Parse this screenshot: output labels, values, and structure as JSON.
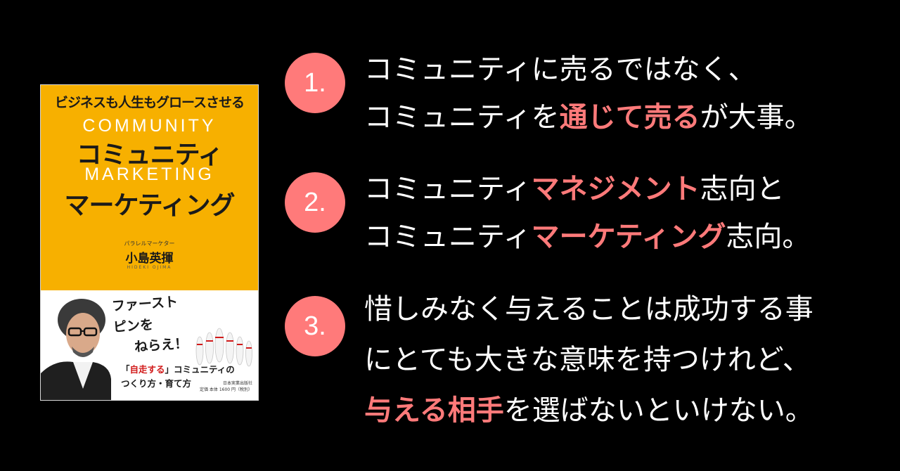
{
  "book": {
    "kicker": "ビジネスも人生もグロースさせる",
    "title_en_1": "COMMUNITY",
    "title_ja_1": "コミュニティ",
    "title_en_2": "MARKETING",
    "title_ja_2": "マーケティング",
    "author_kicker": "パラレルマーケター",
    "author": "小島英揮",
    "author_romaji": "HIDEKI OJIMA",
    "slogan_1": "ファーストピンを",
    "slogan_2": "ねらえ！",
    "subtitle_pre": "「",
    "subtitle_hl": "自走する",
    "subtitle_post": "」コミュニティの",
    "subtitle_2": "つくり方・育て方",
    "publisher": "日本実業出版社",
    "price": "定価 本体 1600 円（税別）"
  },
  "points": [
    {
      "number": "1.",
      "line1": "コミュニティに売るではなく、",
      "line2_pre": "コミュニティを",
      "line2_hl": "通じて売る",
      "line2_post": "が大事。"
    },
    {
      "number": "2.",
      "line1_pre": "コミュニティ",
      "line1_hl": "マネジメント",
      "line1_post": "志向と",
      "line2_pre": "コミュニティ",
      "line2_hl": "マーケティング",
      "line2_post": "志向。"
    },
    {
      "number": "3.",
      "line1": "惜しみなく与えることは成功する事",
      "line2": "にとても大きな意味を持つけれど、",
      "line3_hl": "与える相手",
      "line3_post": "を選ばないといけない。"
    }
  ],
  "colors": {
    "background": "#000000",
    "accent": "#ff7a7a",
    "text": "#ffffff",
    "book_yellow": "#f7b000"
  }
}
